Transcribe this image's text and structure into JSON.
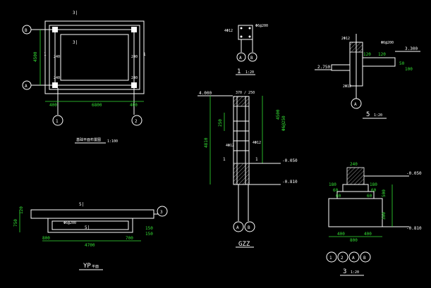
{
  "drawing": {
    "background": "#000000",
    "colors": {
      "line": "#ffffff",
      "dim": "#34e034",
      "yellow": "#e8e83a",
      "magenta": "#e04be0",
      "cyan": "#40d0e8"
    },
    "plan": {
      "section_mark_top": "3|",
      "section_mark_mid": "3|",
      "axis_B": "B",
      "axis_A": "A",
      "axis_1": "1",
      "axis_2": "2",
      "dim_left": "4500",
      "dim_bottom_left": "400",
      "dim_bottom_mid": "6800",
      "dim_bottom_right": "400",
      "cut_left": "1",
      "cut_right": "1",
      "corner_dims": [
        "240",
        "240",
        "240",
        "240"
      ],
      "title": "基础平面布置图",
      "scale": "1:100"
    },
    "detail_1": {
      "title": "1",
      "scale": "1:20",
      "axis_A": "A",
      "axis_B": "B",
      "rebar": [
        "4Φ12",
        "Φ6@200"
      ]
    },
    "detail_gzz": {
      "title": "GZZ",
      "axis_A": "A",
      "axis_B": "B",
      "top_label": "4.000",
      "top_dim": "370 / 250",
      "height_dim": "4810",
      "side_dim": "4500",
      "rebar_side": "Φ6@250",
      "dim_250": "250",
      "rebar_1": "4Φ12",
      "rebar_2": "4Φ12",
      "level_1": "-0.050",
      "level_2": "-0.810",
      "cut": "1"
    },
    "detail_5": {
      "title": "5",
      "scale": "1:20",
      "axis_A": "A",
      "level_top": "3.300",
      "level_left": "2.750",
      "rebar": [
        "2Φ12",
        "Φ6@200",
        "2Φ12"
      ],
      "dims": [
        "120",
        "120",
        "50",
        "100"
      ]
    },
    "detail_3": {
      "title": "3",
      "scale": "1:20",
      "axes": [
        "1",
        "2",
        "A",
        "B"
      ],
      "top_dim": "240",
      "left_dims": [
        "180",
        "60",
        "60"
      ],
      "right_dims": [
        "180",
        "60",
        "60"
      ],
      "bottom_dims": [
        "400",
        "400"
      ],
      "total_dim": "800",
      "height_dims": [
        "500",
        "300"
      ],
      "level_1": "-0.050",
      "level_2": "-0.810"
    },
    "detail_yp": {
      "title": "YP",
      "title_suffix": "平面",
      "section_mark": "5|",
      "section_mark_bottom": "5|",
      "axis_3": "3",
      "dim_left": "750",
      "dim_left_2": "120",
      "dim_bottom_left": "800",
      "dim_bottom_mid": "4700",
      "dim_bottom_right": "700",
      "dim_right_1": "150",
      "dim_right_2": "150",
      "rebar": "Φ6@200"
    }
  }
}
